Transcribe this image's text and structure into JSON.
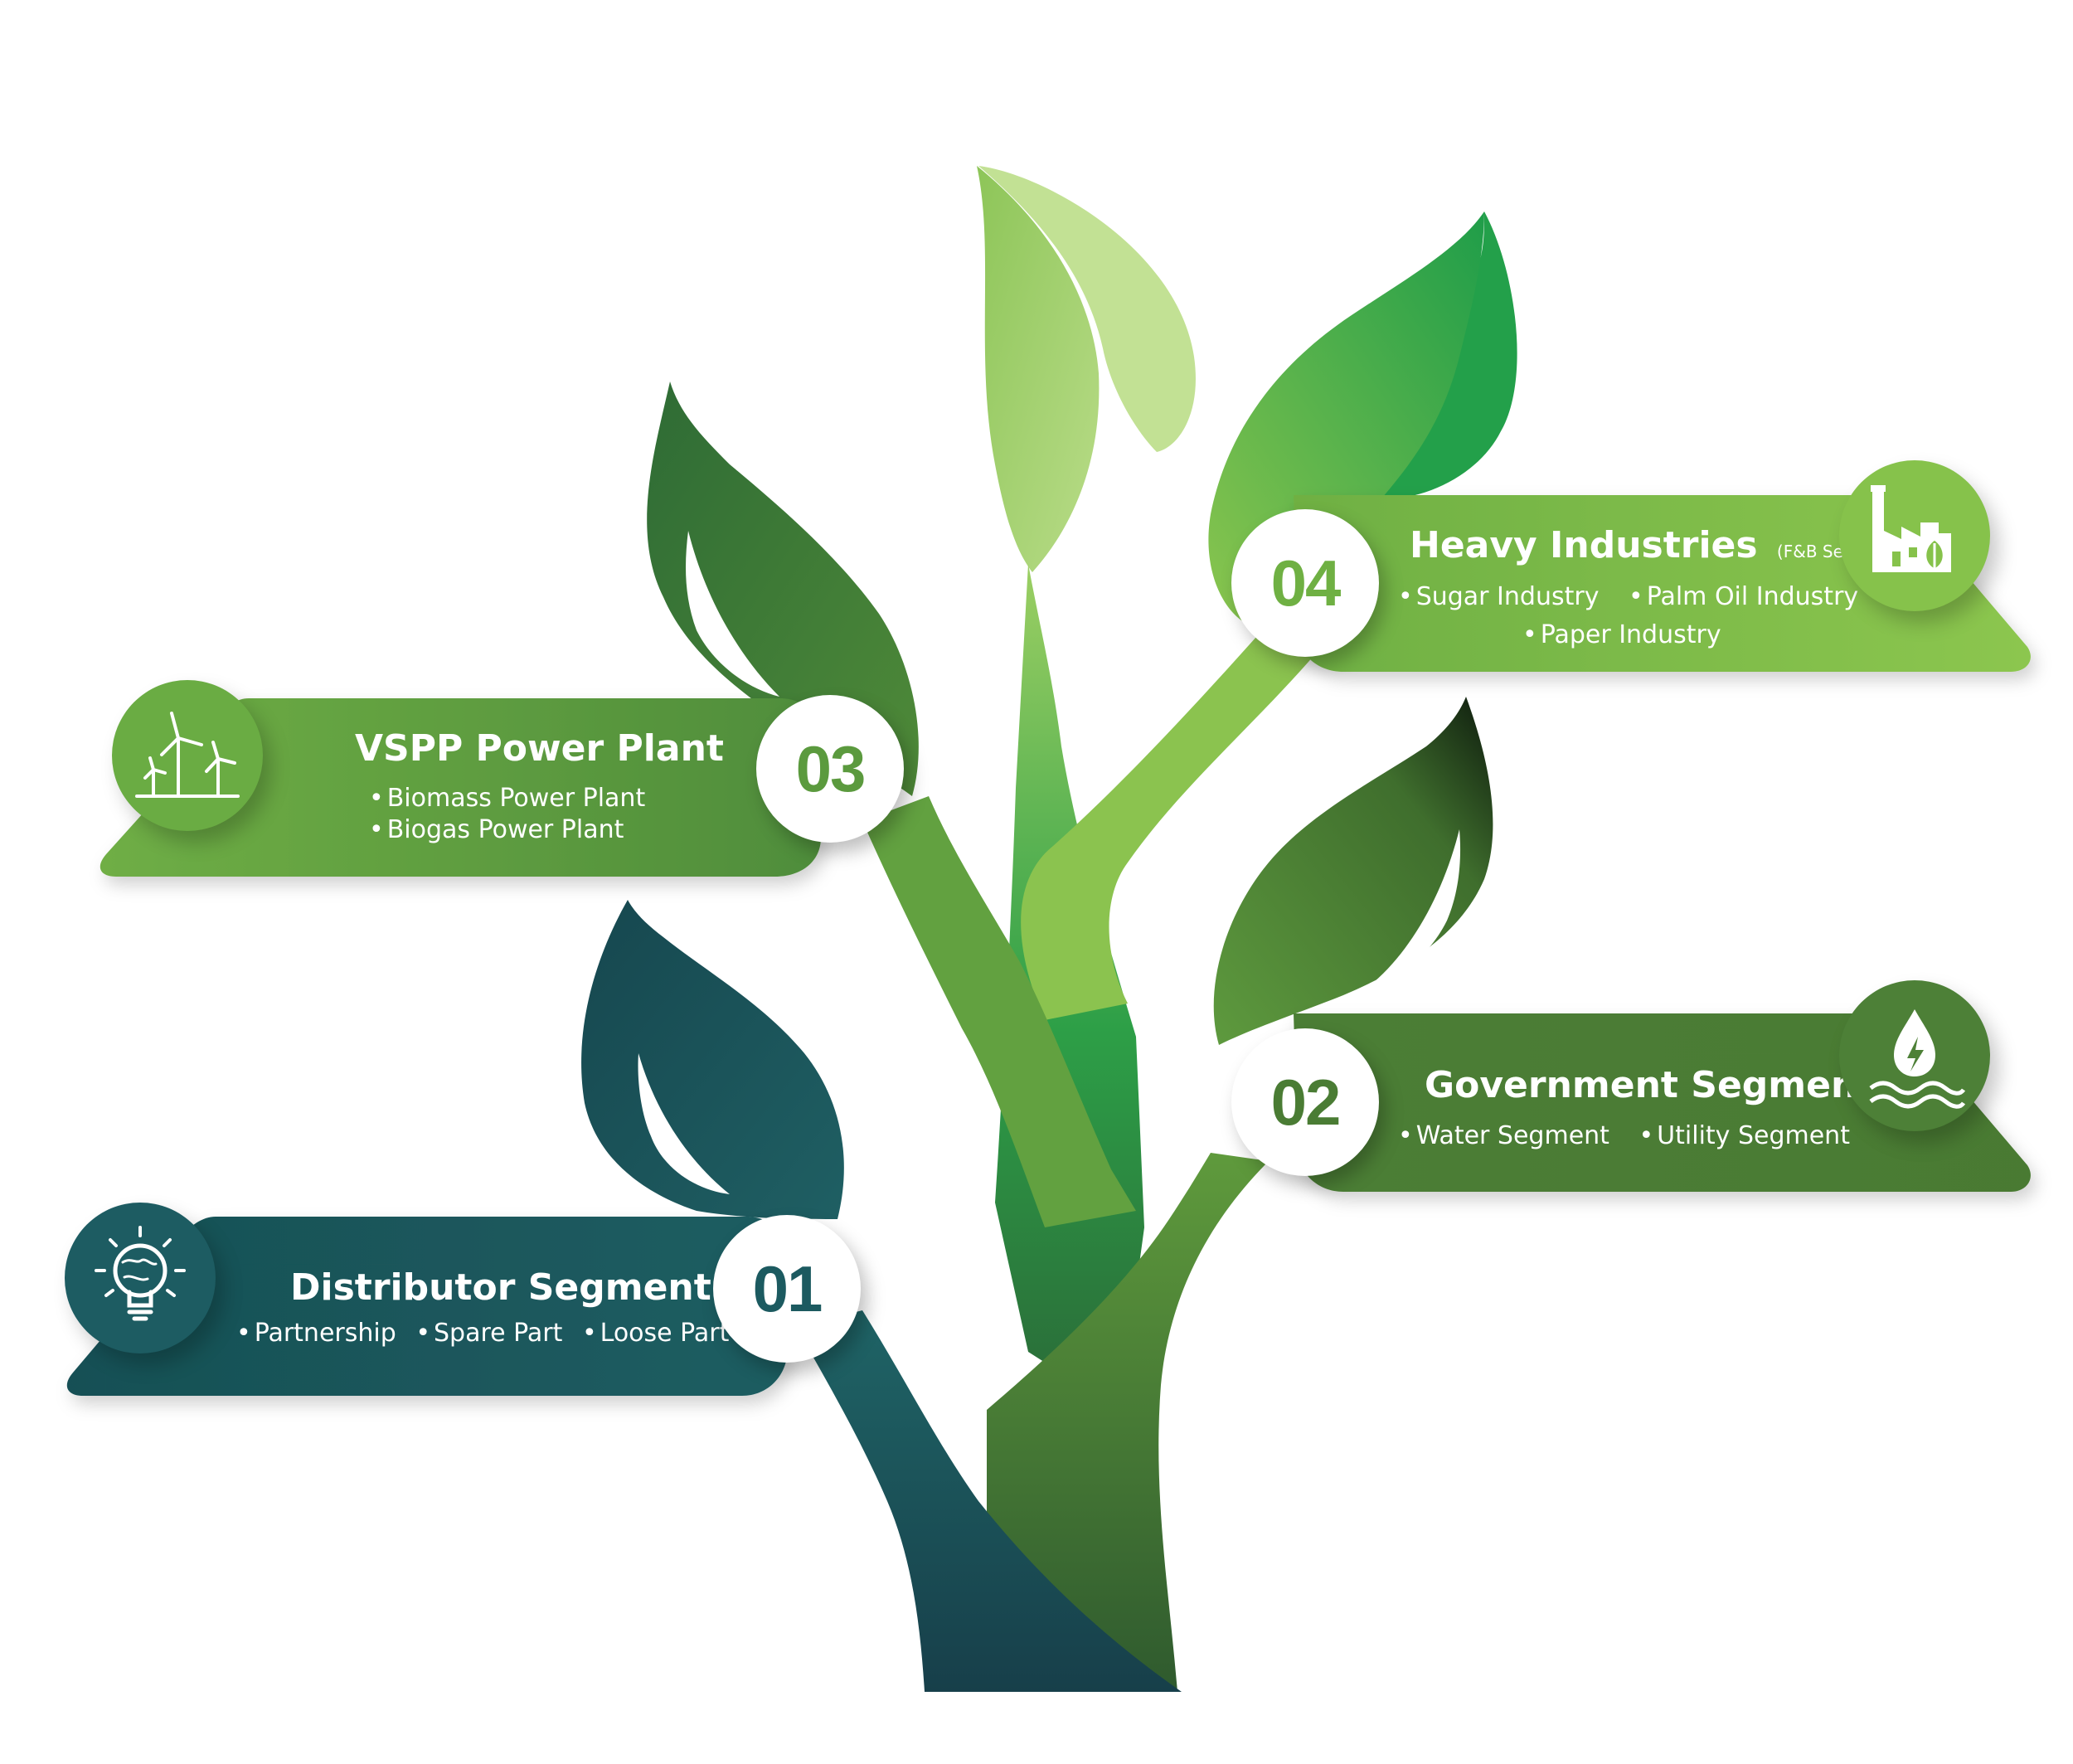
{
  "segments": {
    "s01": {
      "number": "01",
      "title": "Distributor Segment",
      "items": [
        "Partnership",
        "Spare Part",
        "Loose Part"
      ],
      "icon": "lightbulb-globe-icon",
      "color": "#1b5a60"
    },
    "s02": {
      "number": "02",
      "title": "Government Segment",
      "items": [
        "Water Segment",
        "Utility Segment"
      ],
      "icon": "water-drop-energy-icon",
      "color": "#4f7e34"
    },
    "s03": {
      "number": "03",
      "title": "VSPP Power Plant",
      "items": [
        "Biomass Power Plant",
        "Biogas Power Plant"
      ],
      "icon": "wind-turbines-icon",
      "color": "#5a9a3e"
    },
    "s04": {
      "number": "04",
      "title": "Heavy Industries",
      "title_note": "(F&B Segment)",
      "items": [
        "Sugar Industry",
        "Palm Oil Industry",
        "Paper Industry"
      ],
      "icon": "factory-leaf-icon",
      "color": "#79b843"
    }
  }
}
